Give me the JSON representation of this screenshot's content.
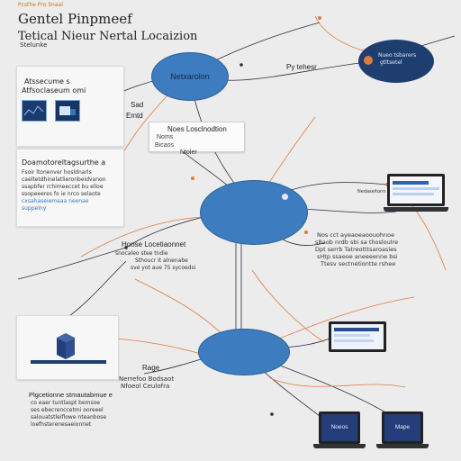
{
  "header": {
    "kicker": "Pcsthe Pro Snaal",
    "title": "Gentel Pinpmeef",
    "subtitle": "Tetical Nieur Nertal Locaizion",
    "caption": "Stelunke"
  },
  "top_left_panel": {
    "heading_1": "Atssecume s",
    "heading_2": "Atfsoclaseum omi"
  },
  "middle_left_panel": {
    "title": "Doamotoreltagsurthe a",
    "lines": [
      "Fsoir ltonenver hosldnarls",
      "caeltetdhinelatlieronbeidvanon",
      "ssapbfer rchimeeccet bu elloe",
      "ssopeeeres fo ie nrco selaote",
      "cxsahaseiemaaa neenae"
    ],
    "link": "suppelny"
  },
  "bottom_left_panel": {
    "title": "Plgcetionne stmautabmue e",
    "lines": [
      "co eaer tuntlaspt bemsoe",
      "ses ebecrenccetmi ooreeel",
      "salouatstleiflowe nteanbose",
      "loefhsterenesaeionnet"
    ]
  },
  "nodes": {
    "top_ellipse": "Netxarolon",
    "top_right_ellipse": {
      "line_1": "Nueo tsbarers",
      "line_2": "gtltsetel"
    },
    "python_label": "Py tehesr"
  },
  "labels": {
    "sad_emtd_1": "Sad",
    "sad_emtd_2": "Emtd",
    "noes_box": {
      "title": "Noes Losclnodtion",
      "line_1": "Noms",
      "line_2": "Bicaos"
    },
    "ntoler": "Ntoler",
    "hose_box": {
      "title": "Hoose Locetiaonnet",
      "line_1": "snocaleo stee tndie",
      "line_2": "Sthoucr it alnenabe",
      "line_3": "sve yot aue 75 sycoedsi"
    },
    "right_text": {
      "line_1": "Nos cct ayeaoeaoouohnoe",
      "line_2": "sBaob nrdb sbi sa thosloulre",
      "line_3": "Dpt serrb Tatreotttsaroasies",
      "line_4": "sHtp ssaeoe aneeeenne bsi",
      "line_5": "Ttesv sectnetiontte rshee"
    },
    "monitor_caption": "Nedaseitonn",
    "range": "Rage",
    "bottom_center": {
      "line_1": "Nerrefoo Bodsaot",
      "line_2": "Nfoeol Ceulofra"
    },
    "laptop_1": "Noeos",
    "laptop_2": "Mape"
  },
  "colors": {
    "node_blue": "#3d7dbf",
    "dark_node": "#1d3e6e",
    "wire_dark": "#2b2f38",
    "wire_orange": "#e07b3c",
    "background": "#ececed"
  }
}
